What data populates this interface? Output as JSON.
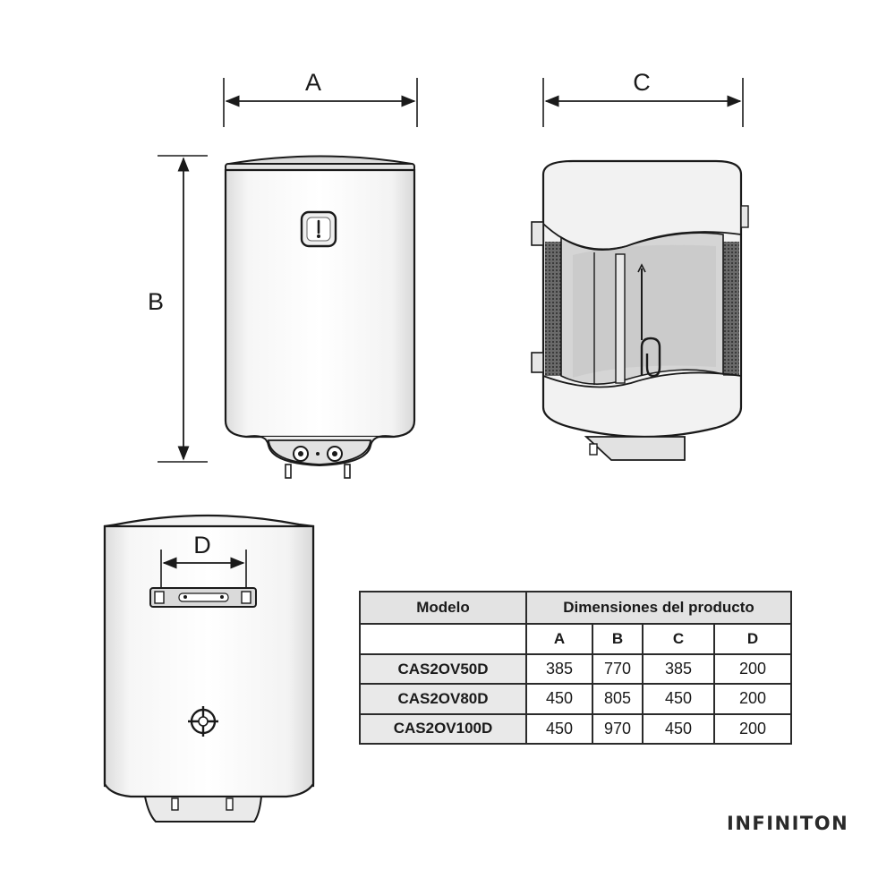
{
  "labels": {
    "a": "A",
    "b": "B",
    "c": "C",
    "d": "D"
  },
  "table": {
    "model_header": "Modelo",
    "dims_header": "Dimensiones del producto",
    "columns": [
      "A",
      "B",
      "C",
      "D"
    ],
    "rows": [
      {
        "model": "CAS2OV50D",
        "values": [
          "385",
          "770",
          "385",
          "200"
        ]
      },
      {
        "model": "CAS2OV80D",
        "values": [
          "450",
          "805",
          "450",
          "200"
        ]
      },
      {
        "model": "CAS2OV100D",
        "values": [
          "450",
          "970",
          "450",
          "200"
        ]
      }
    ]
  },
  "brand": "INFINITON"
}
